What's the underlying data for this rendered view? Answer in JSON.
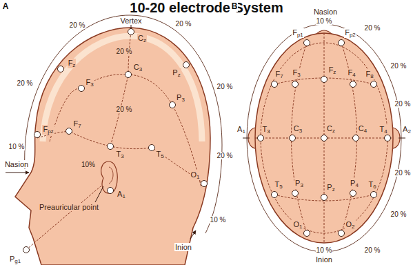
{
  "diagram": {
    "title": "10-20 electrode System",
    "labels": [
      "A",
      "B",
      "Vertex",
      "20 %",
      "20 %",
      "Fz",
      "Cz",
      "Pz",
      "20 %",
      "F3",
      "C3",
      "P3",
      "20 %",
      "20 %",
      "Fpz",
      "F7",
      "20 %",
      "T3",
      "T5",
      "10 %",
      "10%",
      "Nasion",
      "20 %",
      "O1",
      "A1",
      "Preauricular point",
      "10 %",
      "Inion",
      "Pg1",
      "Nasion",
      "10 %",
      "Fp1",
      "Fp2",
      "20 %",
      "F7",
      "F3",
      "Fz",
      "F4",
      "F8",
      "20 %",
      "A1",
      "T3",
      "C3",
      "Cz",
      "C4",
      "T4",
      "A2",
      "20 %",
      "T5",
      "P3",
      "Pz",
      "P4",
      "T6",
      "20 %",
      "O1",
      "O2",
      "20 %",
      "20 %",
      "10 %",
      "Inion"
    ]
  }
}
